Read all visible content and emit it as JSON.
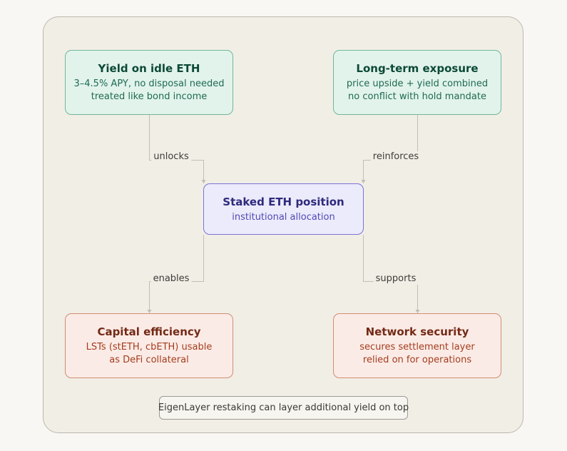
{
  "nodes": {
    "yield": {
      "title": "Yield on idle ETH",
      "line1": "3–4.5% APY, no disposal needed",
      "line2": "treated like bond income"
    },
    "exposure": {
      "title": "Long-term exposure",
      "line1": "price upside + yield combined",
      "line2": "no conflict with hold mandate"
    },
    "staked": {
      "title": "Staked ETH position",
      "line1": "institutional allocation"
    },
    "capital": {
      "title": "Capital efficiency",
      "line1": "LSTs (stETH, cbETH) usable",
      "line2": "as DeFi collateral"
    },
    "security": {
      "title": "Network security",
      "line1": "secures settlement layer",
      "line2": "relied on for operations"
    }
  },
  "edges": {
    "unlocks": "unlocks",
    "reinforces": "reinforces",
    "enables": "enables",
    "supports": "supports"
  },
  "note": "EigenLayer restaking can layer additional yield on top",
  "colors": {
    "green_fill": "#e2f3ec",
    "purple_fill": "#ebebfb",
    "red_fill": "#fbebe6",
    "connector": "#c3beb4"
  }
}
